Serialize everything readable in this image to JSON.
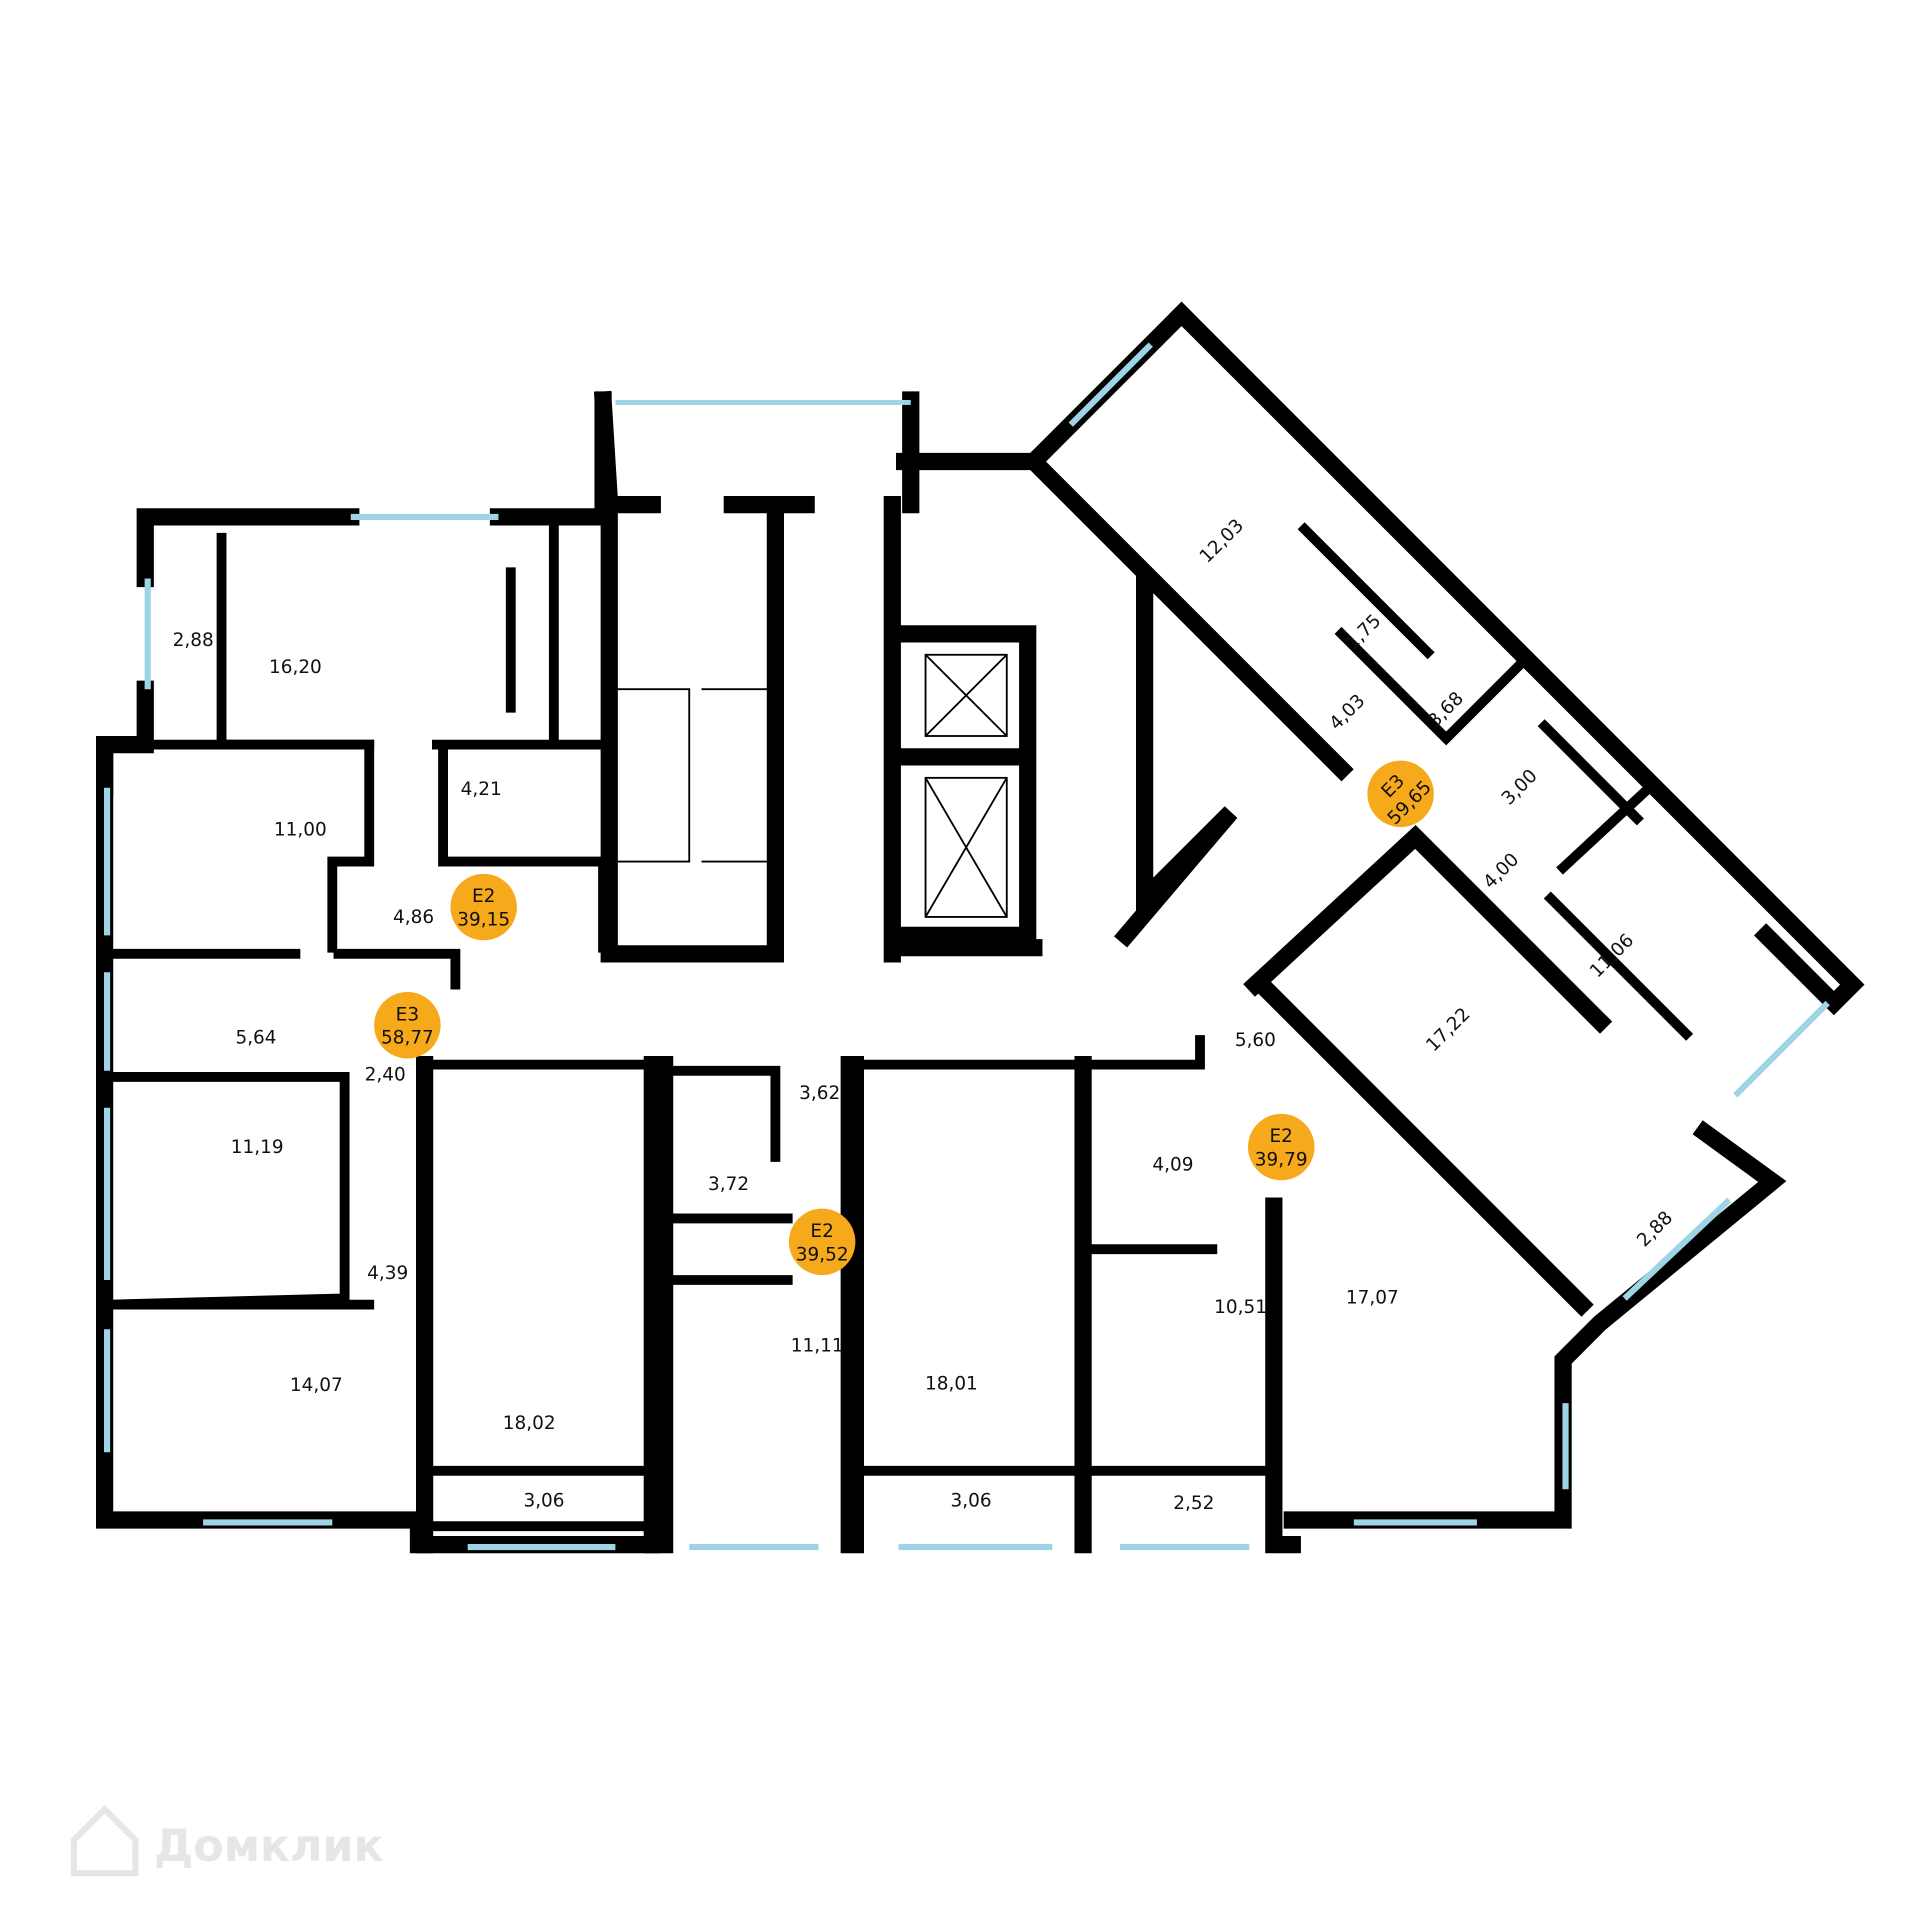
{
  "rooms": [
    "2,88",
    "16,20",
    "11,00",
    "4,21",
    "4,86",
    "5,64",
    "2,40",
    "11,19",
    "4,39",
    "14,07",
    "18,02",
    "3,06",
    "3,72",
    "3,62",
    "11,11",
    "18,01",
    "3,06",
    "4,09",
    "10,51",
    "2,52",
    "5,60",
    "17,07",
    "17,22",
    "2,88",
    "11,06",
    "4,00",
    "3,00",
    "3,68",
    "4,03",
    "1,75",
    "12,03"
  ],
  "apartments": [
    {
      "type": "E2",
      "area": "39,15"
    },
    {
      "type": "E3",
      "area": "58,77"
    },
    {
      "type": "E2",
      "area": "39,52"
    },
    {
      "type": "E2",
      "area": "39,79"
    },
    {
      "type": "E3",
      "area": "59,65"
    }
  ],
  "colors": {
    "badge": "#f5a91b",
    "wall": "#000000",
    "window": "#9fd3e6"
  },
  "watermark": "Домклик"
}
